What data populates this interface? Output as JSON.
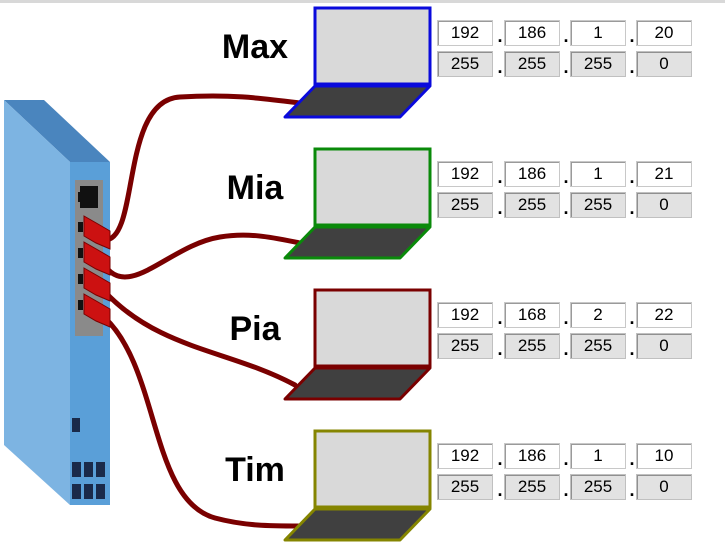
{
  "colors": {
    "cable": "#7a0000",
    "switch_front": "#5a9fd8",
    "switch_side": "#7db4e2",
    "switch_top": "#4a85be",
    "port": "#cc1111",
    "screen": "#d9d9d9",
    "keyboard": "#404040"
  },
  "hosts": [
    {
      "name": "Max",
      "color": "#0a0adc",
      "ip": [
        "192",
        "186",
        "1",
        "20"
      ],
      "mask": [
        "255",
        "255",
        "255",
        "0"
      ]
    },
    {
      "name": "Mia",
      "color": "#0a8a0a",
      "ip": [
        "192",
        "186",
        "1",
        "21"
      ],
      "mask": [
        "255",
        "255",
        "255",
        "0"
      ]
    },
    {
      "name": "Pia",
      "color": "#7a0000",
      "ip": [
        "192",
        "168",
        "2",
        "22"
      ],
      "mask": [
        "255",
        "255",
        "255",
        "0"
      ]
    },
    {
      "name": "Tim",
      "color": "#858500",
      "ip": [
        "192",
        "186",
        "1",
        "10"
      ],
      "mask": [
        "255",
        "255",
        "255",
        "0"
      ]
    }
  ],
  "separator": "."
}
